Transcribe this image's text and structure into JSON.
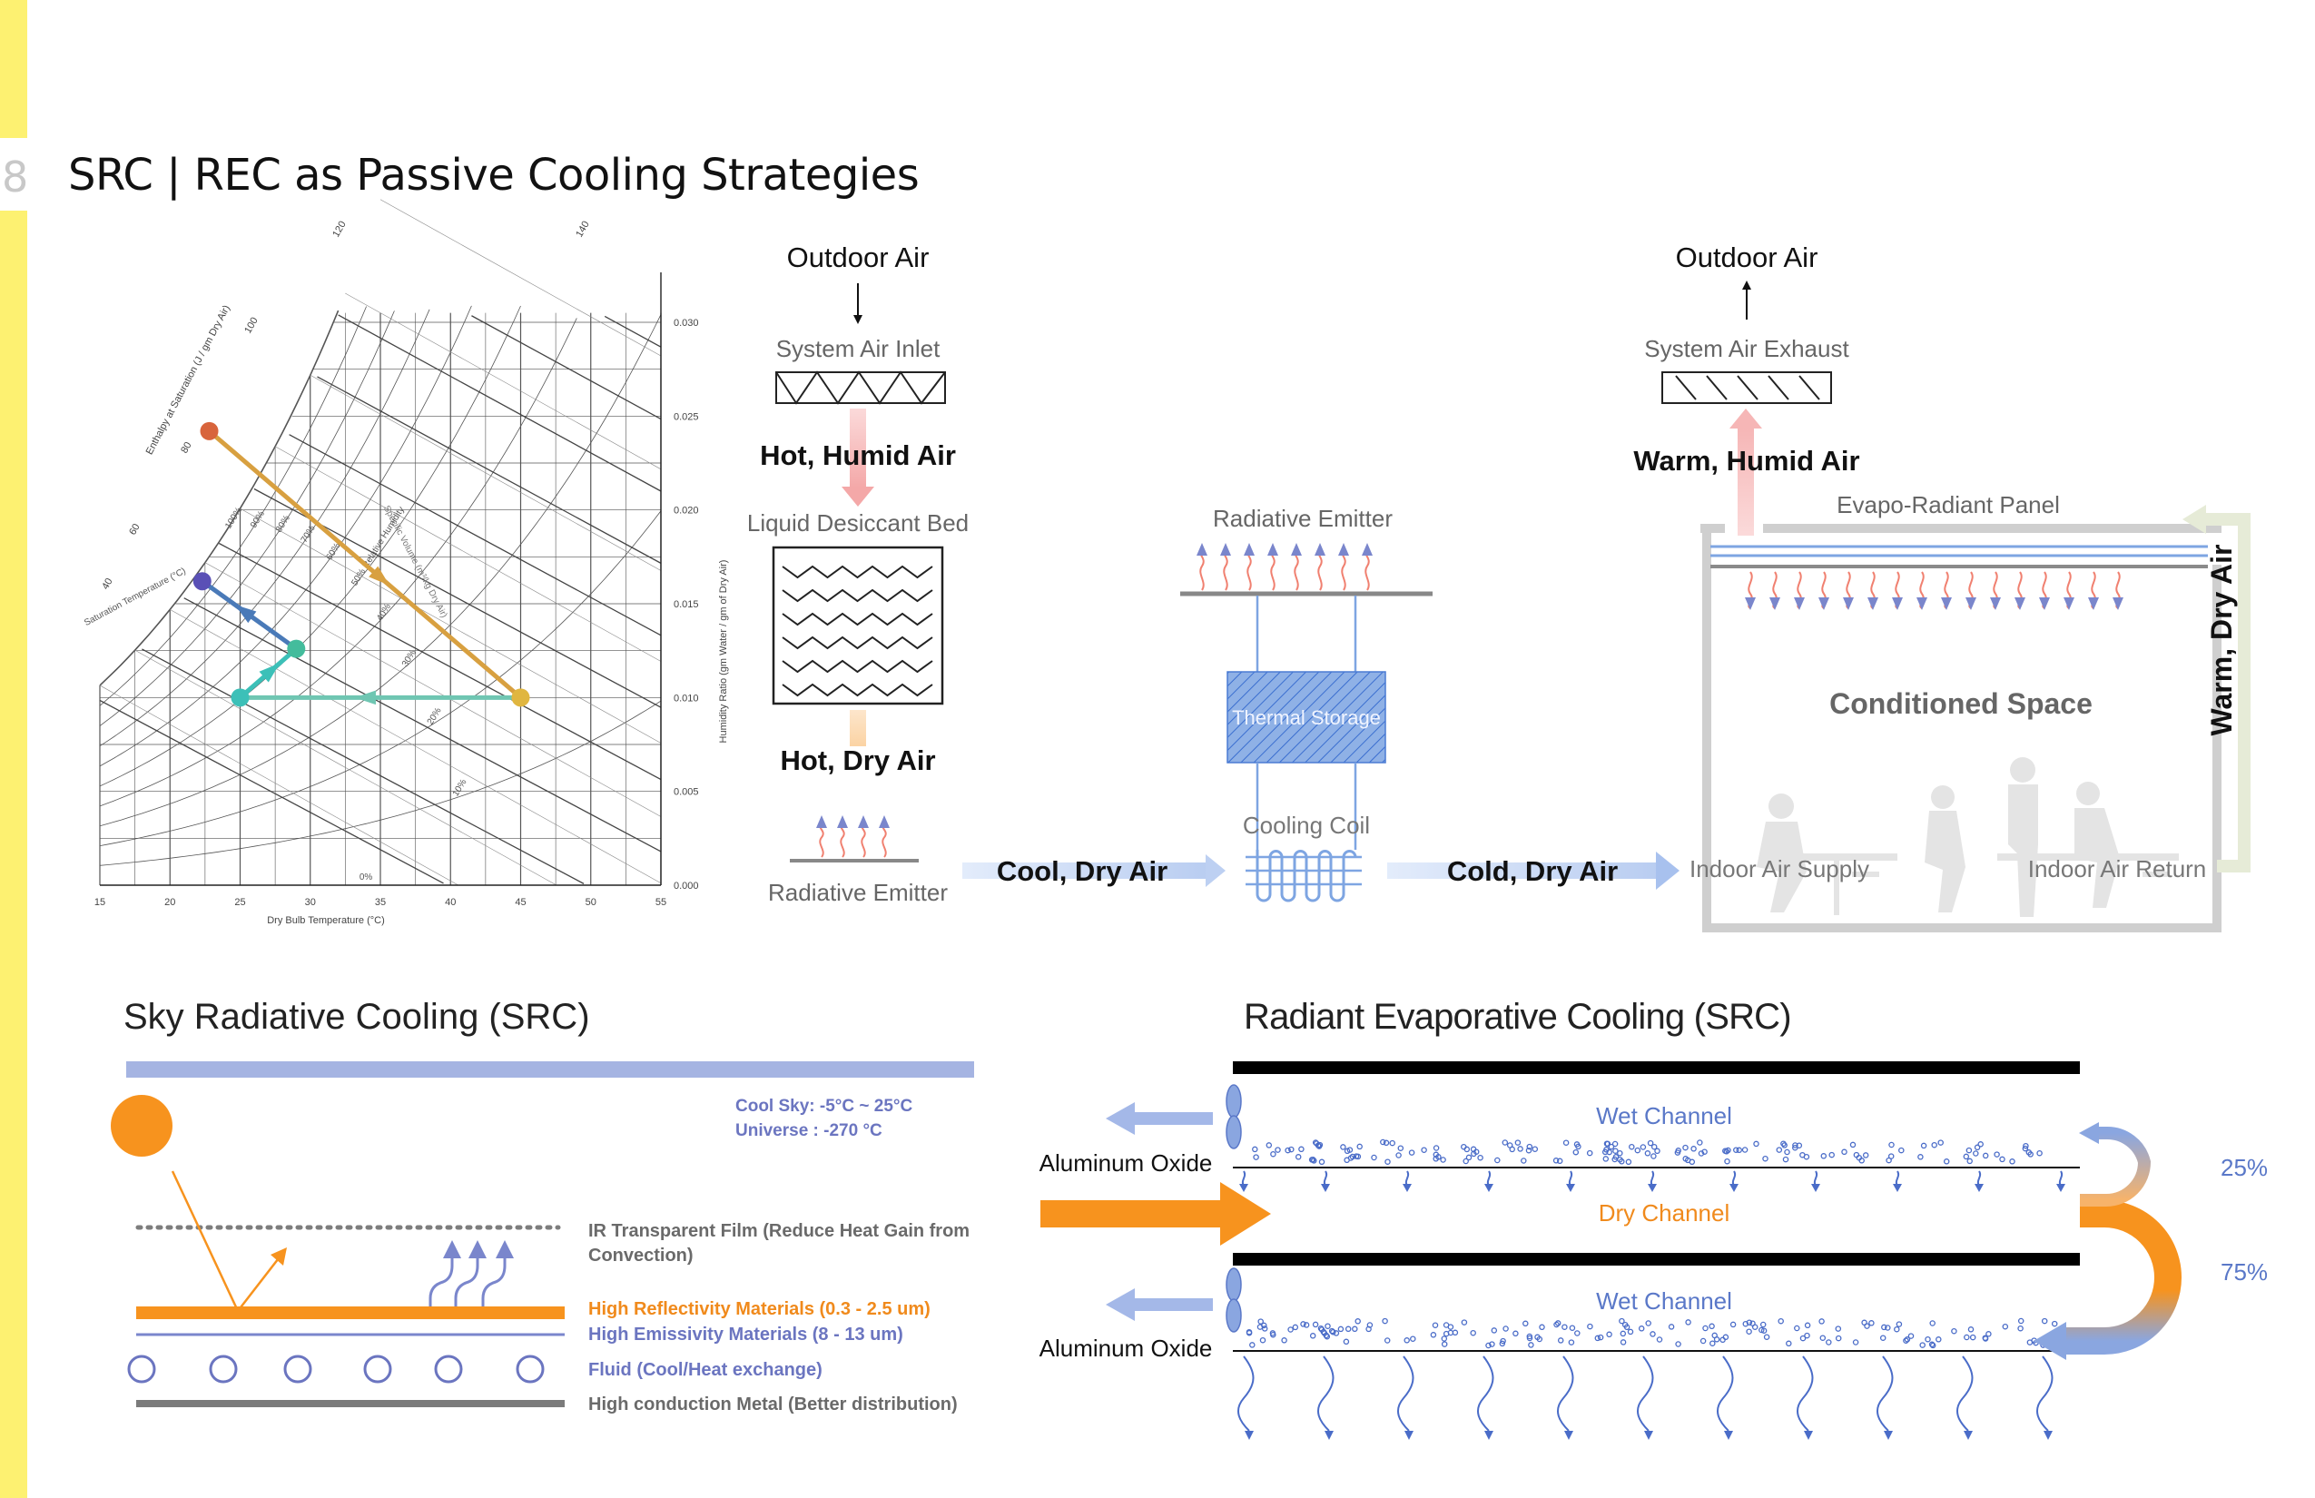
{
  "page": {
    "number": "8",
    "title": "SRC | REC as Passive Cooling Strategies"
  },
  "psychro": {
    "rh_labels": [
      "100%",
      "90%",
      "80%",
      "70%",
      "60%",
      "50% Relative Humidity",
      "40%",
      "30%",
      "20%",
      "10%",
      "0%"
    ],
    "rh_values": [
      100,
      90,
      80,
      70,
      60,
      50,
      40,
      30,
      20,
      10,
      0
    ],
    "temp_ticks": [
      "15",
      "20",
      "25",
      "30",
      "35",
      "40",
      "45",
      "50",
      "55"
    ],
    "temp_values": [
      15,
      20,
      25,
      30,
      35,
      40,
      45,
      50,
      55
    ],
    "ratio_ticks": [
      "0.030",
      "0.025",
      "0.020",
      "0.015",
      "0.010",
      "0.005",
      "0.000"
    ],
    "ratio_values": [
      0.03,
      0.025,
      0.02,
      0.015,
      0.01,
      0.005,
      0.0
    ],
    "enthalpy_ticks": [
      "120",
      "140",
      "100",
      "80",
      "60",
      "40"
    ],
    "xlabel": "Dry Bulb Temperature (°C)",
    "ylabel": "Humidity Ratio (gm Water / gm of Dry Air)",
    "enthalpy_label": "Enthalpy at Saturation (J / gm Dry Air)",
    "sat_label": "Saturation Temperature (°C)",
    "specvol_label": "Specific Volume (m³/kg Dry Air)",
    "process_points": [
      {
        "t": 22.8,
        "w": 0.0242,
        "color": "#d8643c"
      },
      {
        "t": 45.0,
        "w": 0.01,
        "color": "#e0b640"
      },
      {
        "t": 25.0,
        "w": 0.01,
        "color": "#3cc0b8"
      },
      {
        "t": 29.0,
        "w": 0.0126,
        "color": "#44bc9c"
      },
      {
        "t": 22.3,
        "w": 0.0162,
        "color": "#5a50b6"
      }
    ]
  },
  "flow": {
    "outdoor_air_in": "Outdoor Air",
    "system_air_inlet": "System Air Inlet",
    "hot_humid_air": "Hot, Humid Air",
    "liquid_desiccant_bed": "Liquid Desiccant Bed",
    "hot_dry_air": "Hot, Dry Air",
    "radiative_emitter_small": "Radiative Emitter",
    "cool_dry_air": "Cool, Dry Air",
    "radiative_emitter_mid": "Radiative Emitter",
    "thermal_storage": "Thermal Storage",
    "cooling_coil": "Cooling Coil",
    "cold_dry_air": "Cold, Dry Air",
    "outdoor_air_out": "Outdoor Air",
    "system_air_exhaust": "System Air Exhaust",
    "warm_humid_air": "Warm, Humid Air",
    "evapo_radiant_panel": "Evapo-Radiant Panel",
    "conditioned_space": "Conditioned Space",
    "warm_dry_air": "Warm, Dry Air",
    "indoor_air_supply": "Indoor Air Supply",
    "indoor_air_return": "Indoor Air Return"
  },
  "src": {
    "heading": "Sky Radiative Cooling (SRC)",
    "cool_sky": "Cool Sky:   -5°C ~ 25°C",
    "universe": "Universe : -270 °C",
    "ir_film_1": "IR Transparent Film (Reduce Heat Gain from",
    "ir_film_2": "Convection)",
    "reflectivity": "High Reflectivity Materials (0.3 - 2.5 um)",
    "emissivity": "High Emissivity Materials (8 - 13 um)",
    "fluid": "Fluid (Cool/Heat exchange)",
    "metal": "High conduction Metal (Better distribution)"
  },
  "rec": {
    "heading": "Radiant Evaporative Cooling (SRC)",
    "aluminum_oxide_top": "Aluminum Oxide",
    "aluminum_oxide_bottom": "Aluminum Oxide",
    "wet_channel_top": "Wet Channel",
    "dry_channel": "Dry Channel",
    "wet_channel_bottom": "Wet Channel",
    "pct_25": "25%",
    "pct_75": "75%"
  },
  "colors": {
    "sidebar": "#fdf171",
    "orange": "#f7931e",
    "blue": "#7f97d4",
    "violet_text": "#6b75c0",
    "orange_text": "#f08a1c"
  }
}
